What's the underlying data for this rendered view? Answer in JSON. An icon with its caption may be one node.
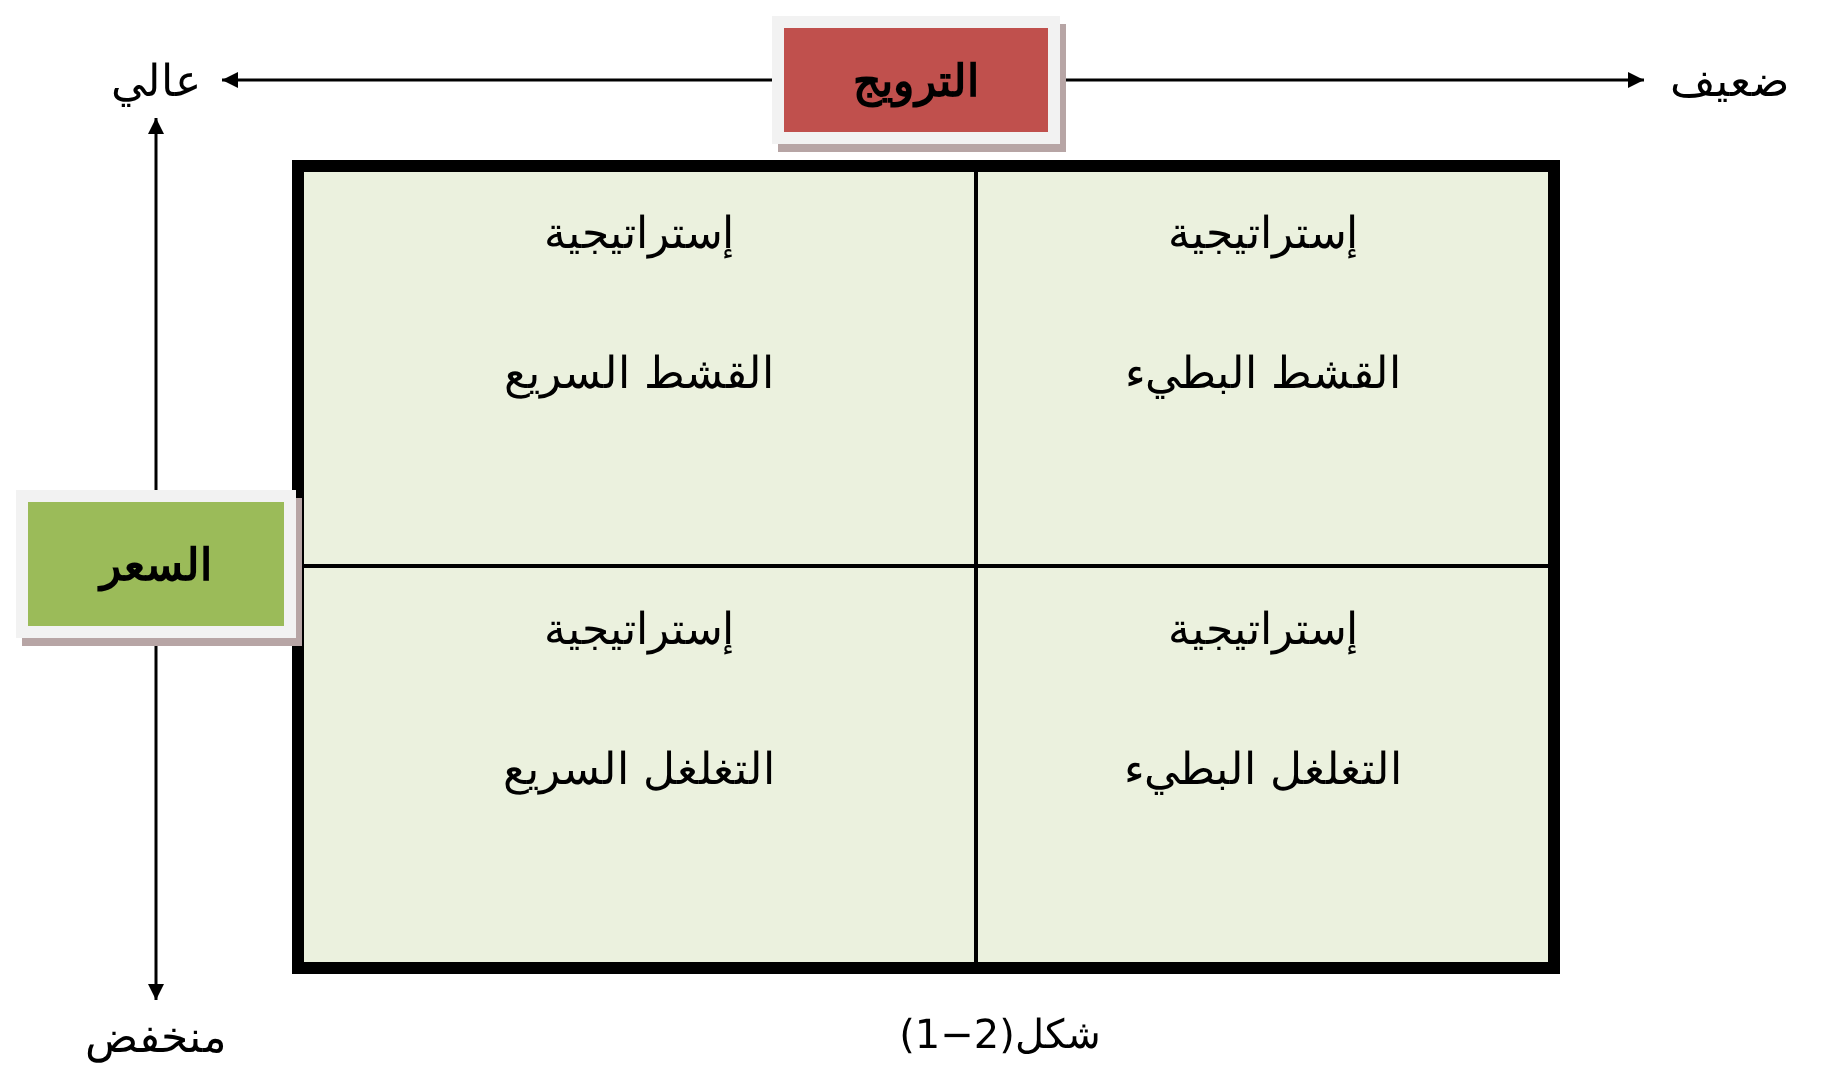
{
  "diagram": {
    "caption": "شكل(2−1)",
    "nodes": [
      {
        "text": [
          "الترويج"
        ]
      },
      {
        "text": [
          "عالي"
        ]
      },
      {
        "text": [
          "ضعيف"
        ]
      },
      {
        "text": [
          "السعر"
        ]
      },
      {
        "text": [
          "منخفض"
        ]
      },
      {
        "text": [
          "إستراتيجية",
          "القشط البطيء"
        ]
      },
      {
        "text": [
          "إستراتيجية",
          "القشط السريع"
        ]
      },
      {
        "text": [
          "إستراتيجية",
          "التغلغل البطيء"
        ]
      },
      {
        "text": [
          "إستراتيجية",
          "التغلغل السريع"
        ]
      }
    ],
    "edges": [
      {
        "from": 0,
        "to": 1,
        "arrow": "to"
      },
      {
        "from": 0,
        "to": 2,
        "arrow": "to"
      },
      {
        "from": 3,
        "to": 1,
        "arrow": "to"
      },
      {
        "from": 3,
        "to": 4,
        "arrow": "to"
      }
    ]
  }
}
